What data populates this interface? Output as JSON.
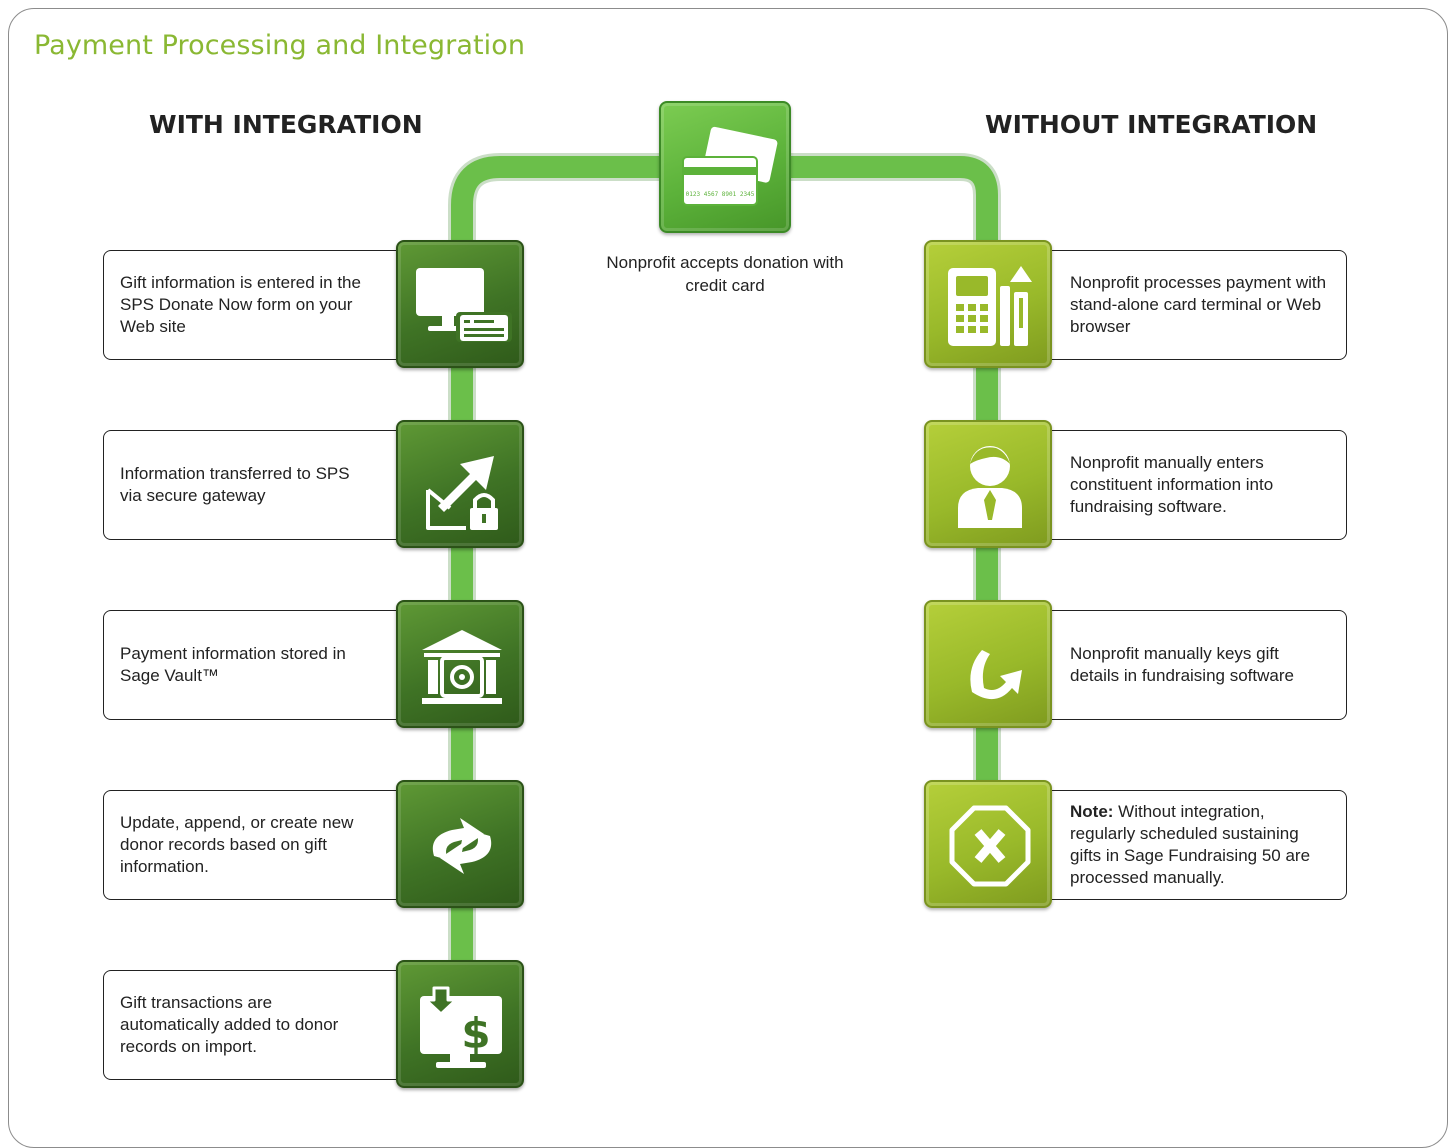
{
  "title": "Payment Processing and Integration",
  "headings": {
    "with": "WITH INTEGRATION",
    "without": "WITHOUT INTEGRATION"
  },
  "center": {
    "caption": "Nonprofit accepts donation with credit card",
    "card_number": "0123 4567 8901 2345",
    "icon": "credit-cards-icon"
  },
  "with_steps": [
    {
      "text": "Gift information is entered in the SPS Donate Now form on your Web site",
      "icon": "computer-card-icon"
    },
    {
      "text": "Information transferred to SPS via secure gateway",
      "icon": "secure-transfer-icon"
    },
    {
      "text": "Payment information stored in Sage Vault™",
      "icon": "vault-icon"
    },
    {
      "text": "Update, append, or create new donor records based on gift information.",
      "icon": "sync-arrows-icon"
    },
    {
      "text": "Gift transactions are automatically added to donor records on import.",
      "icon": "import-dollar-icon"
    }
  ],
  "without_steps": [
    {
      "text": "Nonprofit processes payment with stand-alone card terminal or Web browser",
      "icon": "card-terminal-icon"
    },
    {
      "text": "Nonprofit manually enters constituent information into fundraising software.",
      "icon": "person-icon"
    },
    {
      "text": "Nonprofit manually keys gift details in fundraising software",
      "icon": "curved-arrow-icon"
    },
    {
      "note_label": "Note:",
      "text": " Without integration, regularly scheduled sustaining gifts in Sage Fundraising 50 are processed manually.",
      "icon": "stop-x-icon"
    }
  ],
  "colors": {
    "title_green": "#8ab833",
    "connector_green": "#6bbf4a",
    "with_tile": "#3f7325",
    "without_tile": "#99b92a",
    "center_tile": "#5cb23a"
  }
}
